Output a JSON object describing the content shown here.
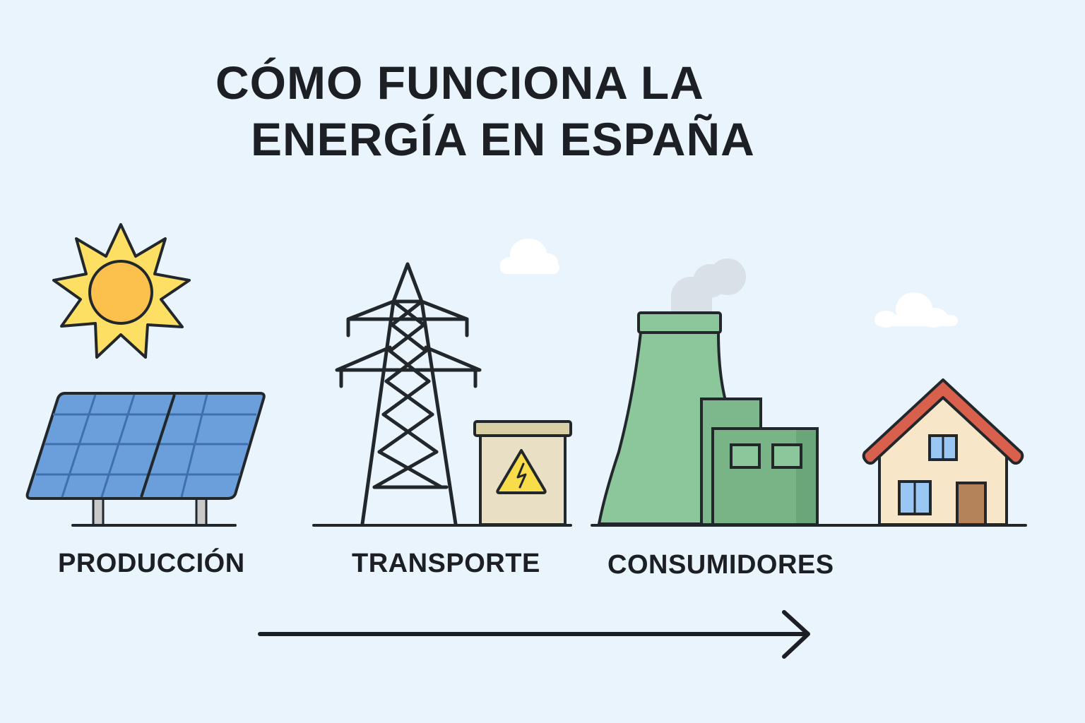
{
  "title": {
    "line1": "CÓMO FUNCIONA LA",
    "line2": "ENERGÍA EN ESPAÑA"
  },
  "stages": [
    {
      "label": "PRODUCCIÓN",
      "icons": [
        "sun-icon",
        "solar-panel-icon"
      ]
    },
    {
      "label": "TRANSPORTE",
      "icons": [
        "transmission-tower-icon",
        "transformer-box-icon",
        "high-voltage-warning-icon"
      ]
    },
    {
      "label": "CONSUMIDORES",
      "icons": [
        "power-plant-icon",
        "house-icon"
      ]
    }
  ],
  "flow_arrow": {
    "direction": "right",
    "icon": "arrow-right-icon"
  },
  "colors": {
    "background": "#eaf4fd",
    "outline": "#22272b",
    "sun_rays": "#fde063",
    "sun_core": "#fcc14c",
    "solar_panel": "#6a9fdb",
    "solar_grid": "#3f6fae",
    "transformer": "#e8dfc4",
    "warning": "#f9dc4a",
    "plant_green": "#8cc69b",
    "plant_green_dark": "#6aa67a",
    "smoke": "#d9e0e8",
    "house_wall": "#f8e6c8",
    "roof": "#d9604d",
    "window": "#99c6f2",
    "door": "#b5835a",
    "cloud": "#ffffff"
  }
}
